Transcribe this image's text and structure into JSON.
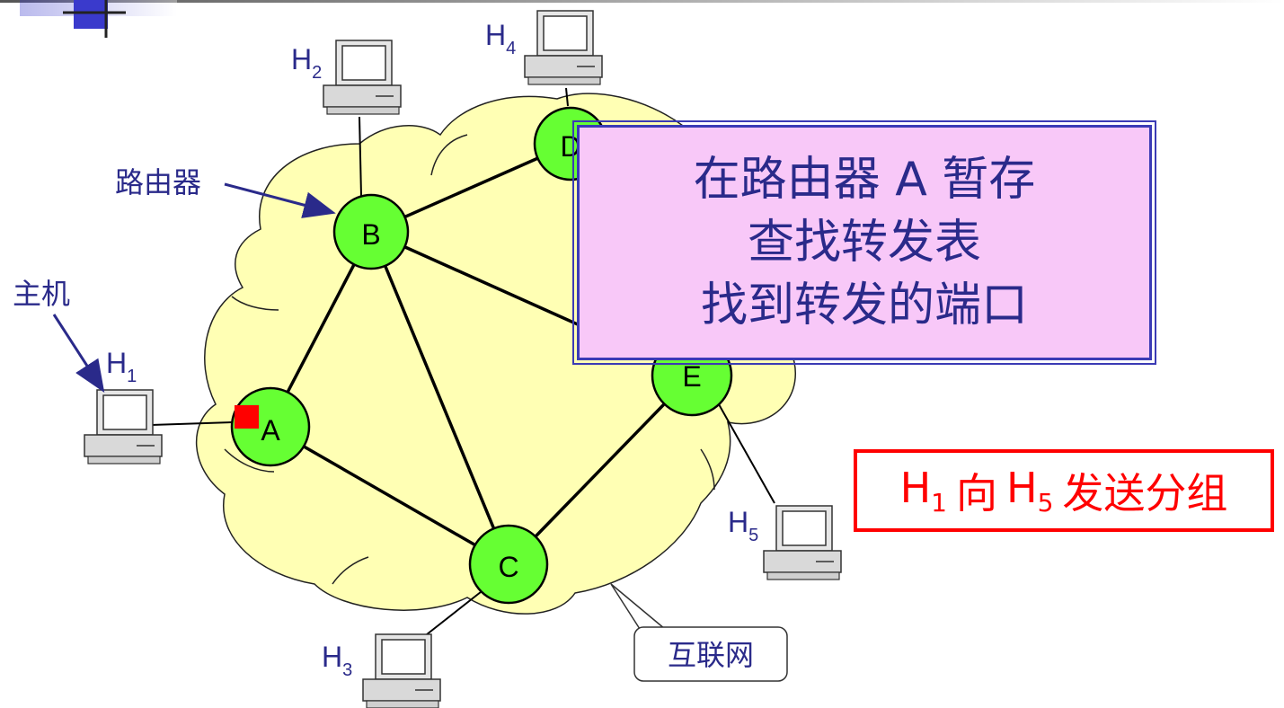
{
  "routers": [
    {
      "id": "A",
      "label": "A"
    },
    {
      "id": "B",
      "label": "B"
    },
    {
      "id": "C",
      "label": "C"
    },
    {
      "id": "D",
      "label": "D"
    },
    {
      "id": "E",
      "label": "E"
    }
  ],
  "hosts": [
    {
      "id": "H1",
      "name": "H",
      "sub": "1"
    },
    {
      "id": "H2",
      "name": "H",
      "sub": "2"
    },
    {
      "id": "H3",
      "name": "H",
      "sub": "3"
    },
    {
      "id": "H4",
      "name": "H",
      "sub": "4"
    },
    {
      "id": "H5",
      "name": "H",
      "sub": "5"
    }
  ],
  "labels": {
    "router": "路由器",
    "host": "主机",
    "internet": "互联网"
  },
  "callout": {
    "line1": "在路由器 A 暂存",
    "line2": "查找转发表",
    "line3": "找到转发的端口"
  },
  "caption": {
    "h": "H",
    "from_sub": "1",
    "mid": "向",
    "to_sub": "5",
    "tail": "发送分组"
  },
  "colors": {
    "cloud": "#ffffb4",
    "router": "#66ff33",
    "text_blue": "#2a2a8a",
    "callout_bg": "#f8c8f8",
    "caption_red": "#ff0000",
    "packet": "#ff0000"
  }
}
